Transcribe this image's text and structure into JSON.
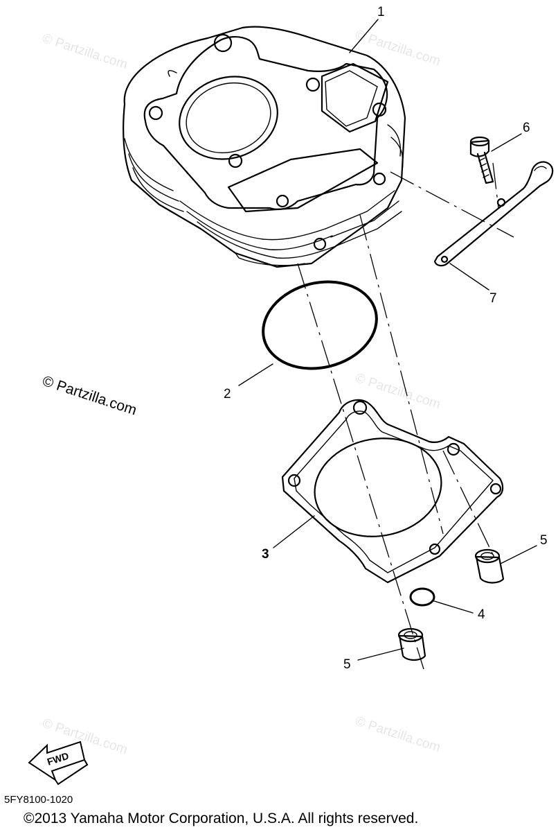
{
  "diagram": {
    "watermarks": [
      "© Partzilla.com",
      "© Partzilla.com",
      "© Partzilla.com",
      "© Partzilla.com",
      "© Partzilla.com"
    ],
    "watermark_main": "© Partzilla.com",
    "callouts": [
      {
        "label": "1",
        "part": "cylinder"
      },
      {
        "label": "2",
        "part": "o-ring-large"
      },
      {
        "label": "3",
        "part": "cylinder-gasket"
      },
      {
        "label": "4",
        "part": "o-ring-small"
      },
      {
        "label": "5",
        "part": "dowel-pin-right"
      },
      {
        "label": "5",
        "part": "dowel-pin-left"
      },
      {
        "label": "6",
        "part": "bolt"
      },
      {
        "label": "7",
        "part": "bracket"
      }
    ],
    "fwd_label": "FWD",
    "diagram_code": "5FY8100-1020",
    "copyright": "©2013  Yamaha Motor Corporation, U.S.A. All rights reserved."
  }
}
